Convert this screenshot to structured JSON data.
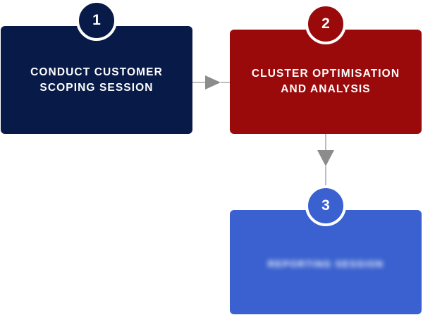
{
  "steps": [
    {
      "number": "1",
      "label": "CONDUCT CUSTOMER SCOPING SESSION",
      "color": "#081a47"
    },
    {
      "number": "2",
      "label": "CLUSTER OPTIMISATION AND ANALYSIS",
      "color": "#9a0a0a"
    },
    {
      "number": "3",
      "label": "REPORTING SESSION",
      "color": "#3a61cf"
    }
  ],
  "connector_color": "#8c8c8c"
}
